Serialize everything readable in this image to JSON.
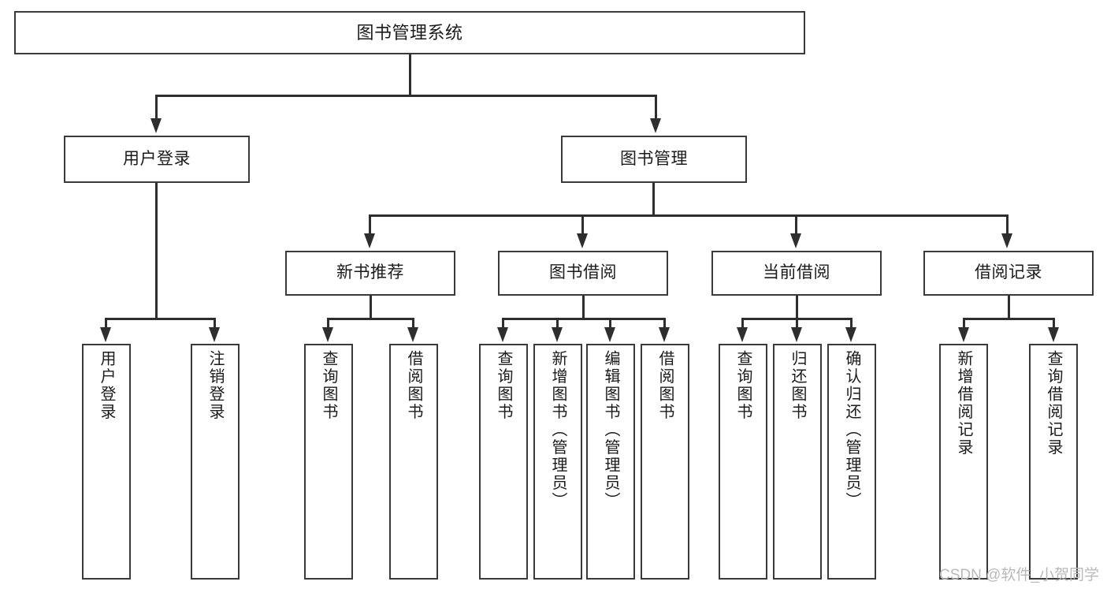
{
  "diagram": {
    "title": "图书管理系统",
    "watermark": "CSDN @软件_小贺同学",
    "colors": {
      "box_border": "#3a3a3a",
      "connector": "#2e2e2e",
      "background": "#ffffff",
      "text": "#1b1b1b",
      "watermark": "#b9b9b9"
    },
    "root": {
      "label": "图书管理系统"
    },
    "level2": [
      {
        "label": "用户登录"
      },
      {
        "label": "图书管理"
      }
    ],
    "level3": [
      {
        "label": "新书推荐"
      },
      {
        "label": "图书借阅"
      },
      {
        "label": "当前借阅"
      },
      {
        "label": "借阅记录"
      }
    ],
    "leaves": {
      "user_login": [
        {
          "label": "用户登录"
        },
        {
          "label": "注销登录"
        }
      ],
      "new_book": [
        {
          "label": "查询图书"
        },
        {
          "label": "借阅图书"
        }
      ],
      "book_borrow": [
        {
          "label": "查询图书"
        },
        {
          "label": "新增图书（管理员）"
        },
        {
          "label": "编辑图书（管理员）"
        },
        {
          "label": "借阅图书"
        }
      ],
      "current_borrow": [
        {
          "label": "查询图书"
        },
        {
          "label": "归还图书"
        },
        {
          "label": "确认归还（管理员）"
        }
      ],
      "borrow_record": [
        {
          "label": "新增借阅记录"
        },
        {
          "label": "查询借阅记录"
        }
      ]
    }
  }
}
